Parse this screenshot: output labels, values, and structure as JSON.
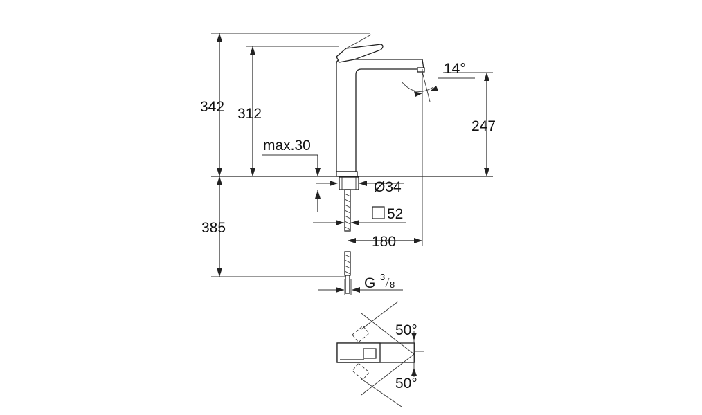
{
  "dimensions": {
    "total_height": "342",
    "spout_height": "312",
    "outlet_height": "247",
    "max_thickness": "max.30",
    "diameter": "Ø34",
    "base_square": "52",
    "projection": "180",
    "below_deck": "385",
    "thread": "G",
    "thread_num": "3",
    "thread_den": "8",
    "tilt_angle": "14°",
    "swivel_angle_top": "50°",
    "swivel_angle_bottom": "50°"
  },
  "colors": {
    "line": "#222222",
    "background": "#ffffff"
  }
}
